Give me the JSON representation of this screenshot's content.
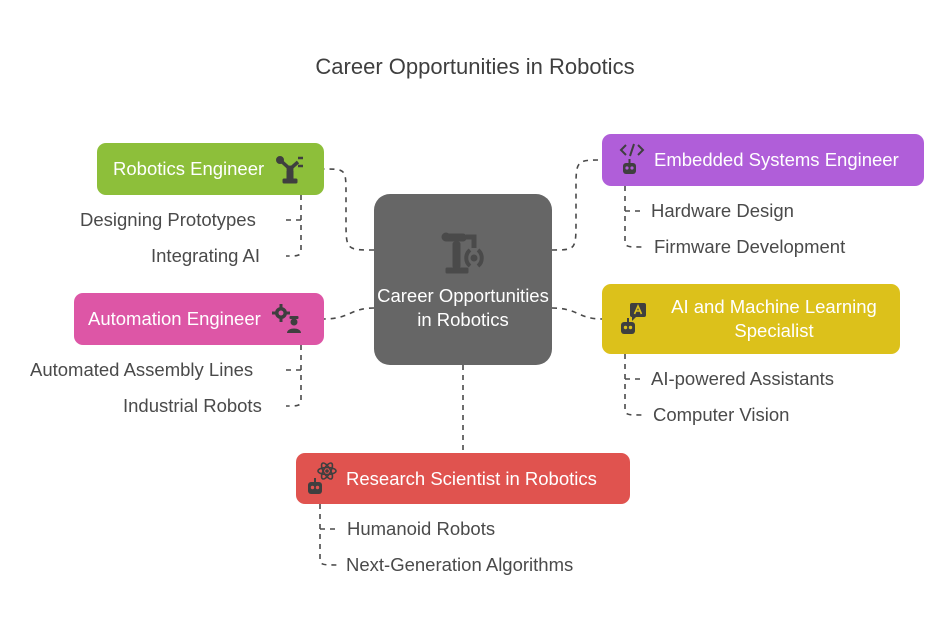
{
  "title": "Career Opportunities in Robotics",
  "center": {
    "label": "Career Opportunities in Robotics",
    "icon": "robot-arm-icon"
  },
  "branches": {
    "robotics_engineer": {
      "label": "Robotics Engineer",
      "icon": "robotic-arm-icon",
      "color": "#8dbf3a",
      "items": [
        "Designing Prototypes",
        "Integrating AI"
      ]
    },
    "automation_engineer": {
      "label": "Automation Engineer",
      "icon": "gears-worker-icon",
      "color": "#dd56a6",
      "items": [
        "Automated Assembly Lines",
        "Industrial Robots"
      ]
    },
    "embedded_systems_engineer": {
      "label": "Embedded Systems Engineer",
      "icon": "code-robot-icon",
      "color": "#b05ed9",
      "items": [
        "Hardware Design",
        "Firmware Development"
      ]
    },
    "ai_ml_specialist": {
      "label": "AI and Machine Learning Specialist",
      "icon": "ai-robot-icon",
      "color": "#dcc11b",
      "items": [
        "AI-powered Assistants",
        "Computer Vision"
      ]
    },
    "research_scientist": {
      "label": "Research Scientist in Robotics",
      "icon": "atom-robot-icon",
      "color": "#e0534f",
      "items": [
        "Humanoid Robots",
        "Next-Generation Algorithms"
      ]
    }
  },
  "connector_color": "#4a4a4a"
}
